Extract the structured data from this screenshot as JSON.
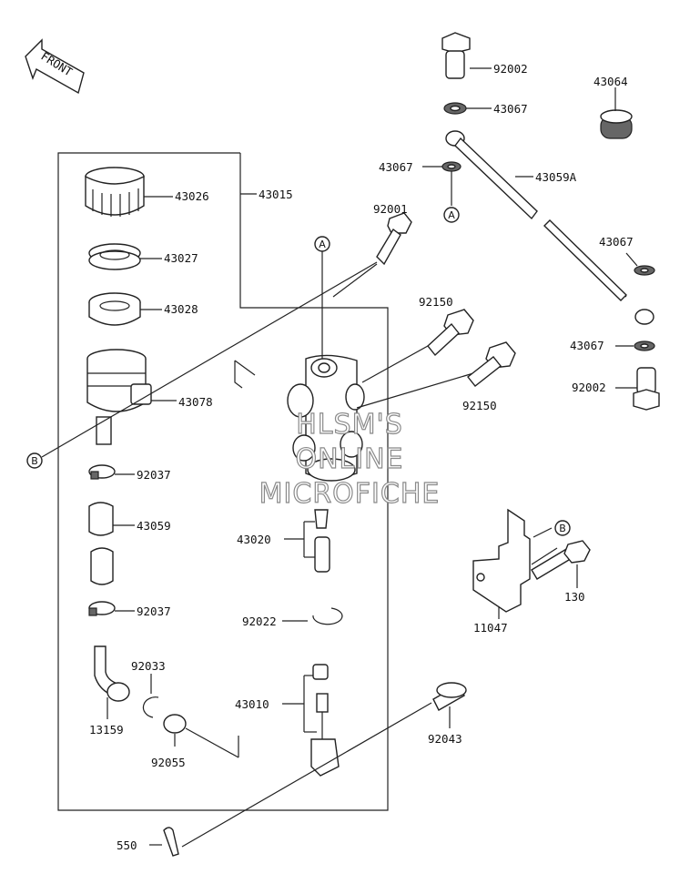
{
  "direction_label": "FRONT",
  "watermark": {
    "line1": "HLSM'S",
    "line2": "ONLINE",
    "line3": "MICROFICHE"
  },
  "refs": {
    "a": "A",
    "b": "B"
  },
  "labels": {
    "p92002_top": "92002",
    "p43067_1": "43067",
    "p43064": "43064",
    "p43067_2": "43067",
    "p43059A": "43059A",
    "p43026": "43026",
    "p43015": "43015",
    "p92001": "92001",
    "p43027": "43027",
    "p43067_3": "43067",
    "p43028": "43028",
    "p92150_1": "92150",
    "p43067_4": "43067",
    "p43078": "43078",
    "p92150_2": "92150",
    "p92002_bot": "92002",
    "p92037_1": "92037",
    "p43059": "43059",
    "p43020": "43020",
    "p130": "130",
    "p92037_2": "92037",
    "p92022": "92022",
    "p11047": "11047",
    "p92033": "92033",
    "p43010": "43010",
    "p13159": "13159",
    "p92043": "92043",
    "p92055": "92055",
    "p550": "550"
  }
}
